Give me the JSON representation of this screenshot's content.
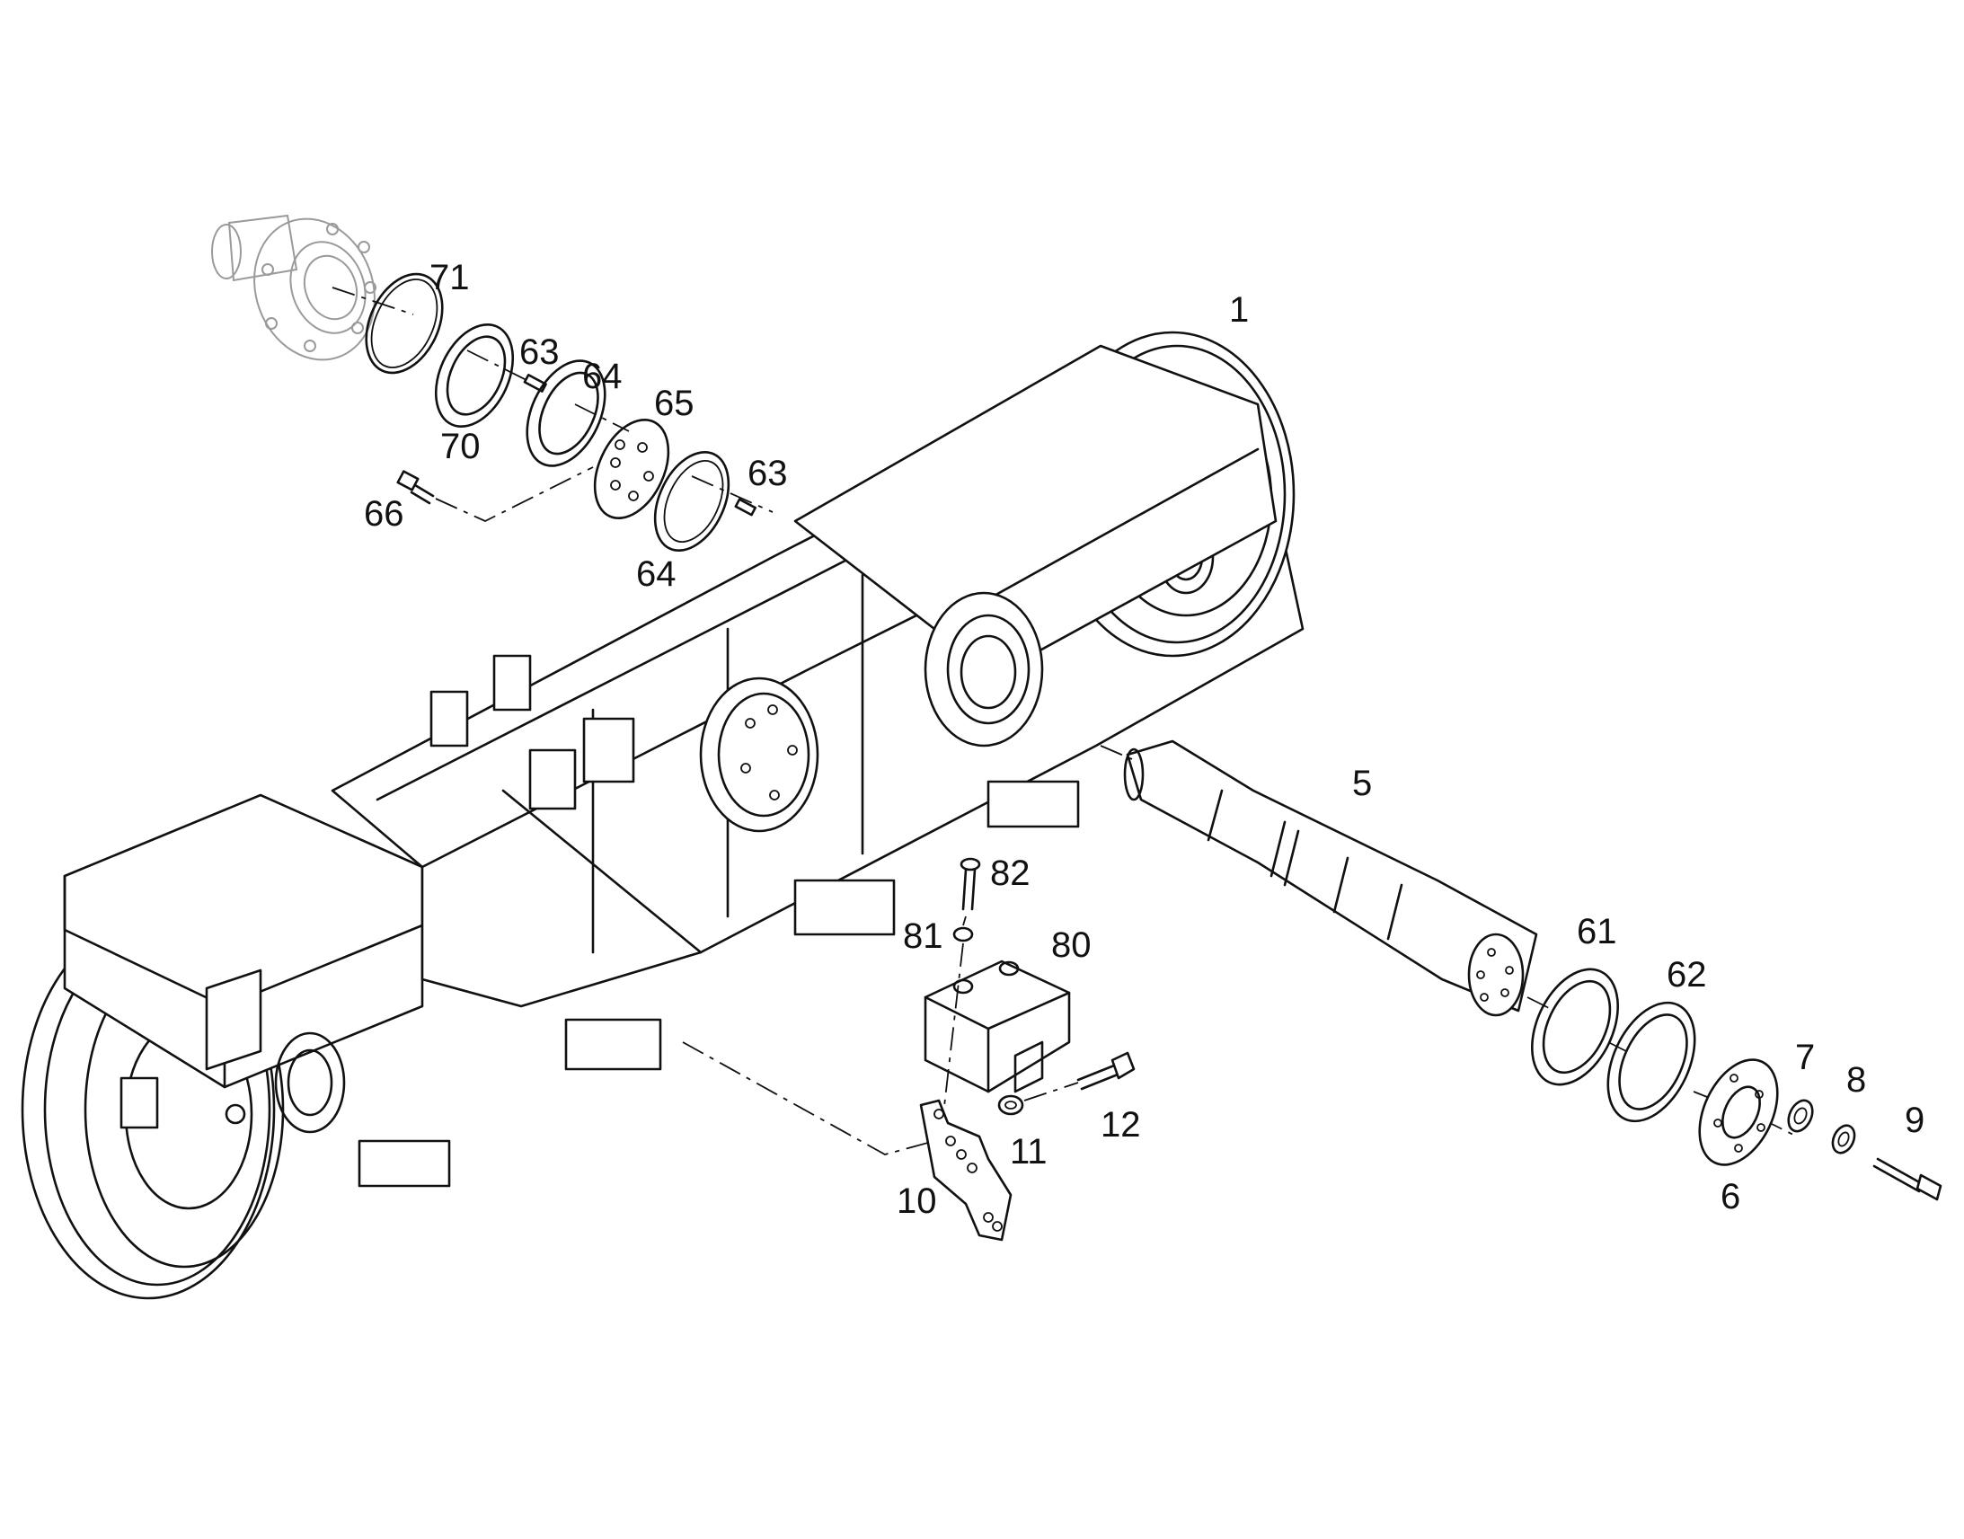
{
  "callouts": {
    "c1": "1",
    "c5": "5",
    "c6": "6",
    "c7": "7",
    "c8": "8",
    "c9": "9",
    "c10": "10",
    "c11": "11",
    "c12": "12",
    "c61": "61",
    "c62": "62",
    "c63a": "63",
    "c63b": "63",
    "c64a": "64",
    "c64b": "64",
    "c65": "65",
    "c66": "66",
    "c70": "70",
    "c71": "71",
    "c80": "80",
    "c81": "81",
    "c82": "82"
  }
}
